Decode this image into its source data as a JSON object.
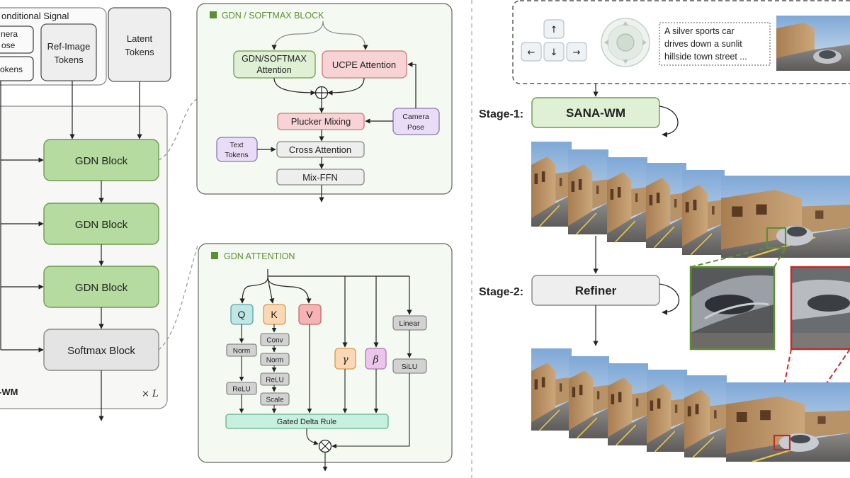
{
  "colors": {
    "green_fill": "#b5dba0",
    "green_stroke": "#6f9a4e",
    "gray_fill": "#e6e6e6",
    "gray_stroke": "#8c8c8c",
    "pink_fill": "#f8d3d6",
    "lavender_fill": "#e9dcf6",
    "panel_fill": "#f4f9f1",
    "cyan_fill": "#bfe7e6",
    "orange_fill": "#fad8b5",
    "red_fill": "#f5b3b3",
    "mint_fill": "#c8f0e0",
    "accent_red": "#c22b2b",
    "accent_green": "#5c8f32"
  },
  "left": {
    "cond_title": "onditional Signal",
    "camera_line1": "nera",
    "camera_line2": "ose",
    "tokens": "okens",
    "ref_line1": "Ref-Image",
    "ref_line2": "Tokens",
    "latent_line1": "Latent",
    "latent_line2": "Tokens",
    "block1": "GDN Block",
    "block2": "GDN Block",
    "block3": "GDN Block",
    "block4": "Softmax Block",
    "model_name": "-WM",
    "repeat": "× L"
  },
  "softmax_block": {
    "title": "GDN / SOFTMAX BLOCK",
    "attn_line1": "GDN/SOFTMAX",
    "attn_line2": "Attention",
    "ucpe": "UCPE Attention",
    "plucker": "Plucker Mixing",
    "camera_line1": "Camera",
    "camera_line2": "Pose",
    "text_line1": "Text",
    "text_line2": "Tokens",
    "cross": "Cross Attention",
    "ffn": "Mix-FFN"
  },
  "gdn_attention": {
    "title": "GDN ATTENTION",
    "q": "Q",
    "k": "K",
    "v": "V",
    "gamma": "γ",
    "beta": "β",
    "linear": "Linear",
    "silu": "SiLU",
    "norm_q": "Norm",
    "relu_q": "ReLU",
    "conv": "Conv",
    "norm_k": "Norm",
    "relu_k": "ReLU",
    "scale": "Scale",
    "delta": "Gated Delta Rule"
  },
  "right": {
    "prompt_line1": "A silver sports car",
    "prompt_line2": "drives down a sunlit",
    "prompt_line3": "hillside town street ...",
    "stage1_label": "Stage-1:",
    "stage1_model": "SANA-WM",
    "stage2_label": "Stage-2:",
    "stage2_model": "Refiner"
  },
  "icons": [
    "arrow-up-icon",
    "arrow-left-icon",
    "arrow-down-icon",
    "arrow-right-icon",
    "joystick-icon",
    "oplus-icon",
    "otimes-icon"
  ]
}
